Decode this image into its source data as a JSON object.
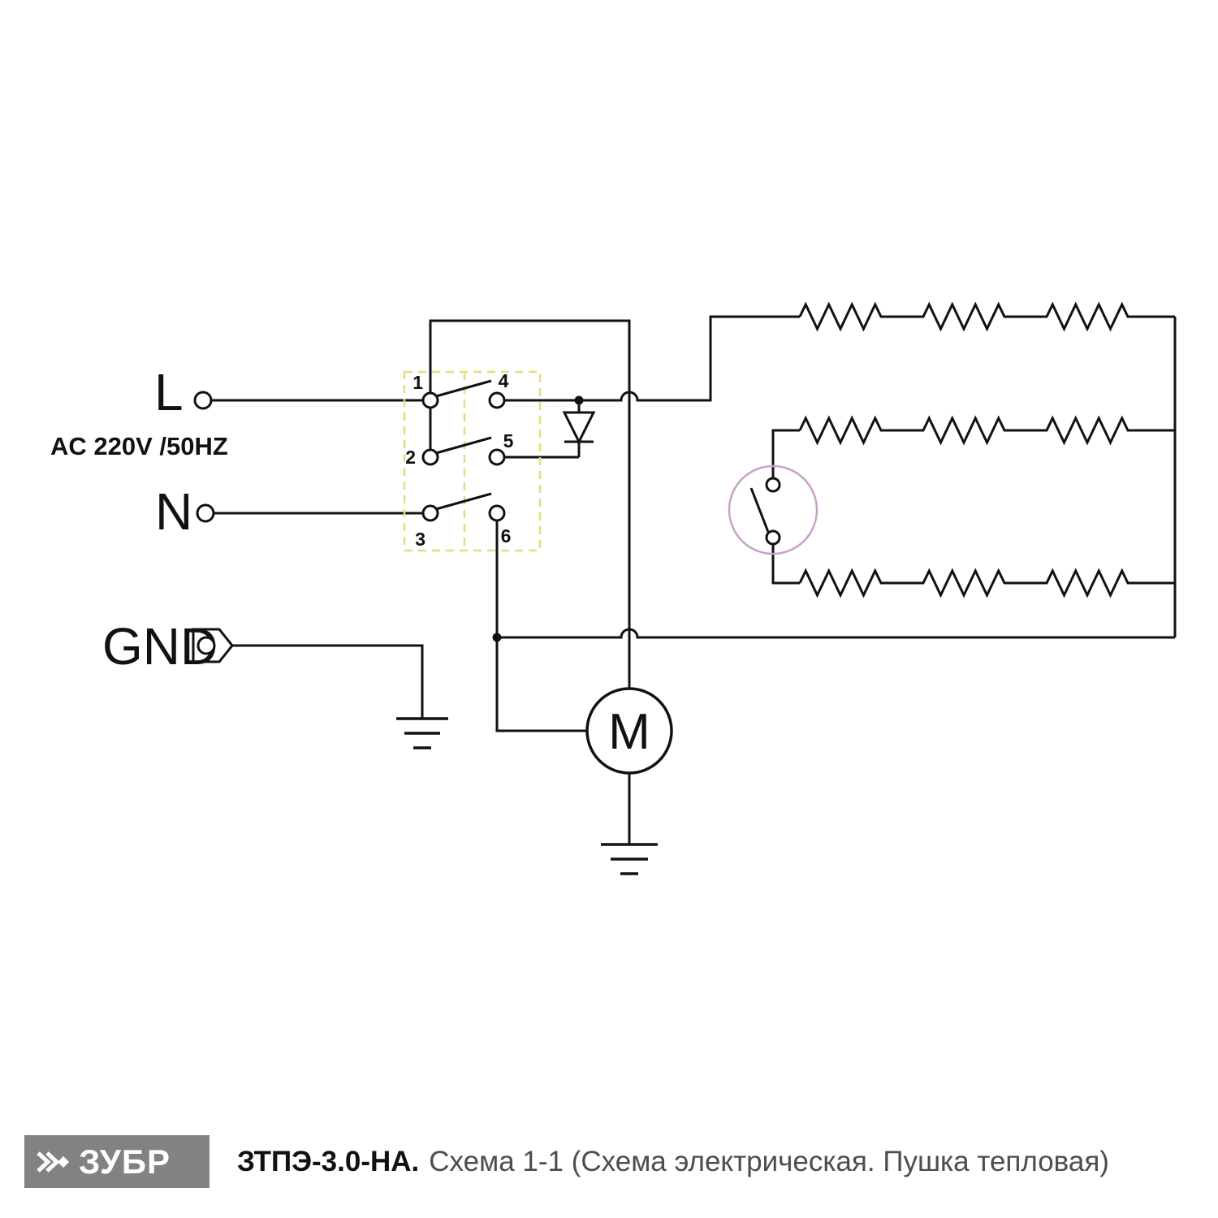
{
  "schematic": {
    "supply": {
      "phase_label": "L",
      "neutral_label": "N",
      "ground_label": "GND",
      "rating_label": "AC 220V /50HZ"
    },
    "mode_switch": {
      "contact_labels": [
        "1",
        "2",
        "3",
        "4",
        "5",
        "6"
      ]
    },
    "motor": {
      "label": "M"
    },
    "colors": {
      "wire": "#111111",
      "switch_box_outline": "#e5de7c",
      "thermostat_outline": "#c9a2c9"
    }
  },
  "footer": {
    "brand": "ЗУБР",
    "model": "ЗТПЭ-3.0-НА.",
    "description": "Схема 1-1 (Схема электрическая. Пушка тепловая)"
  }
}
